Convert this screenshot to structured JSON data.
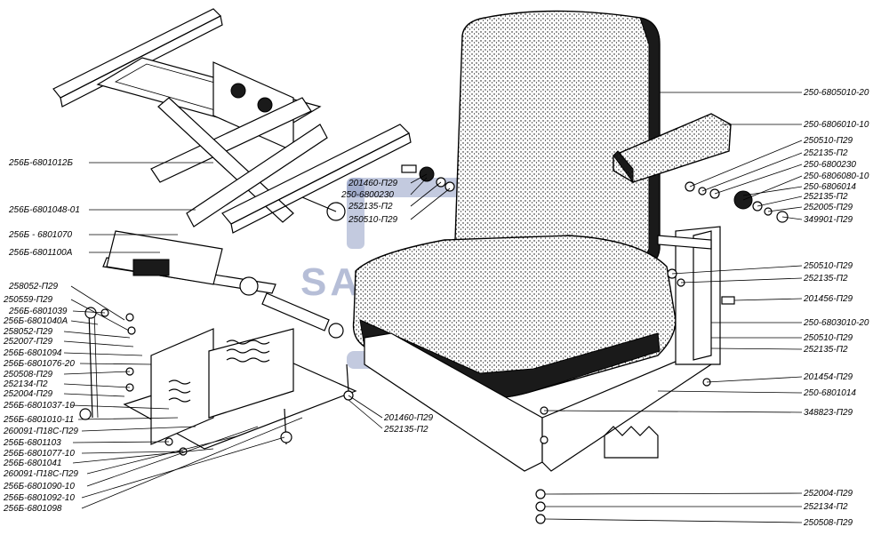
{
  "watermark": {
    "text": "SANTAL",
    "color": "#7b8ab8"
  },
  "labels_left": [
    "256Б-6801012Б",
    "256Б-6801048-01",
    "256Б - 6801070",
    "256Б-6801100А",
    "258052-П29",
    "250559-П29",
    "256Б-6801039",
    "256Б-6801040А",
    "258052-П29",
    "252007-П29",
    "256Б-6801094",
    "256Б-6801076-20",
    "250508-П29",
    "252134-П2",
    "252004-П29",
    "256Б-6801037-10",
    "256Б-6801010-11",
    "260091-П18С-П29",
    "256Б-6801103",
    "256Б-6801077-10",
    "256Б-6801041",
    "260091-П18С-П29",
    "256Б-6801090-10",
    "256Б-6801092-10",
    "256Б-6801098"
  ],
  "labels_center": [
    "201460-П29",
    "250-6800230",
    "252135-П2",
    "250510-П29"
  ],
  "labels_bottom_center": [
    "201460-П29",
    "252135-П2"
  ],
  "labels_right": [
    "250-6805010-20",
    "250-6806010-10",
    "250510-П29",
    "252135-П2",
    "250-6800230",
    "250-6806080-10",
    "250-6806014",
    "252135-П2",
    "252005-П29",
    "349901-П29",
    "250510-П29",
    "252135-П2",
    "201456-П29",
    "250-6803010-20",
    "250510-П29",
    "252135-П2",
    "201454-П29",
    "250-6801014",
    "348823-П29",
    "252004-П29",
    "252134-П2",
    "250508-П29"
  ]
}
